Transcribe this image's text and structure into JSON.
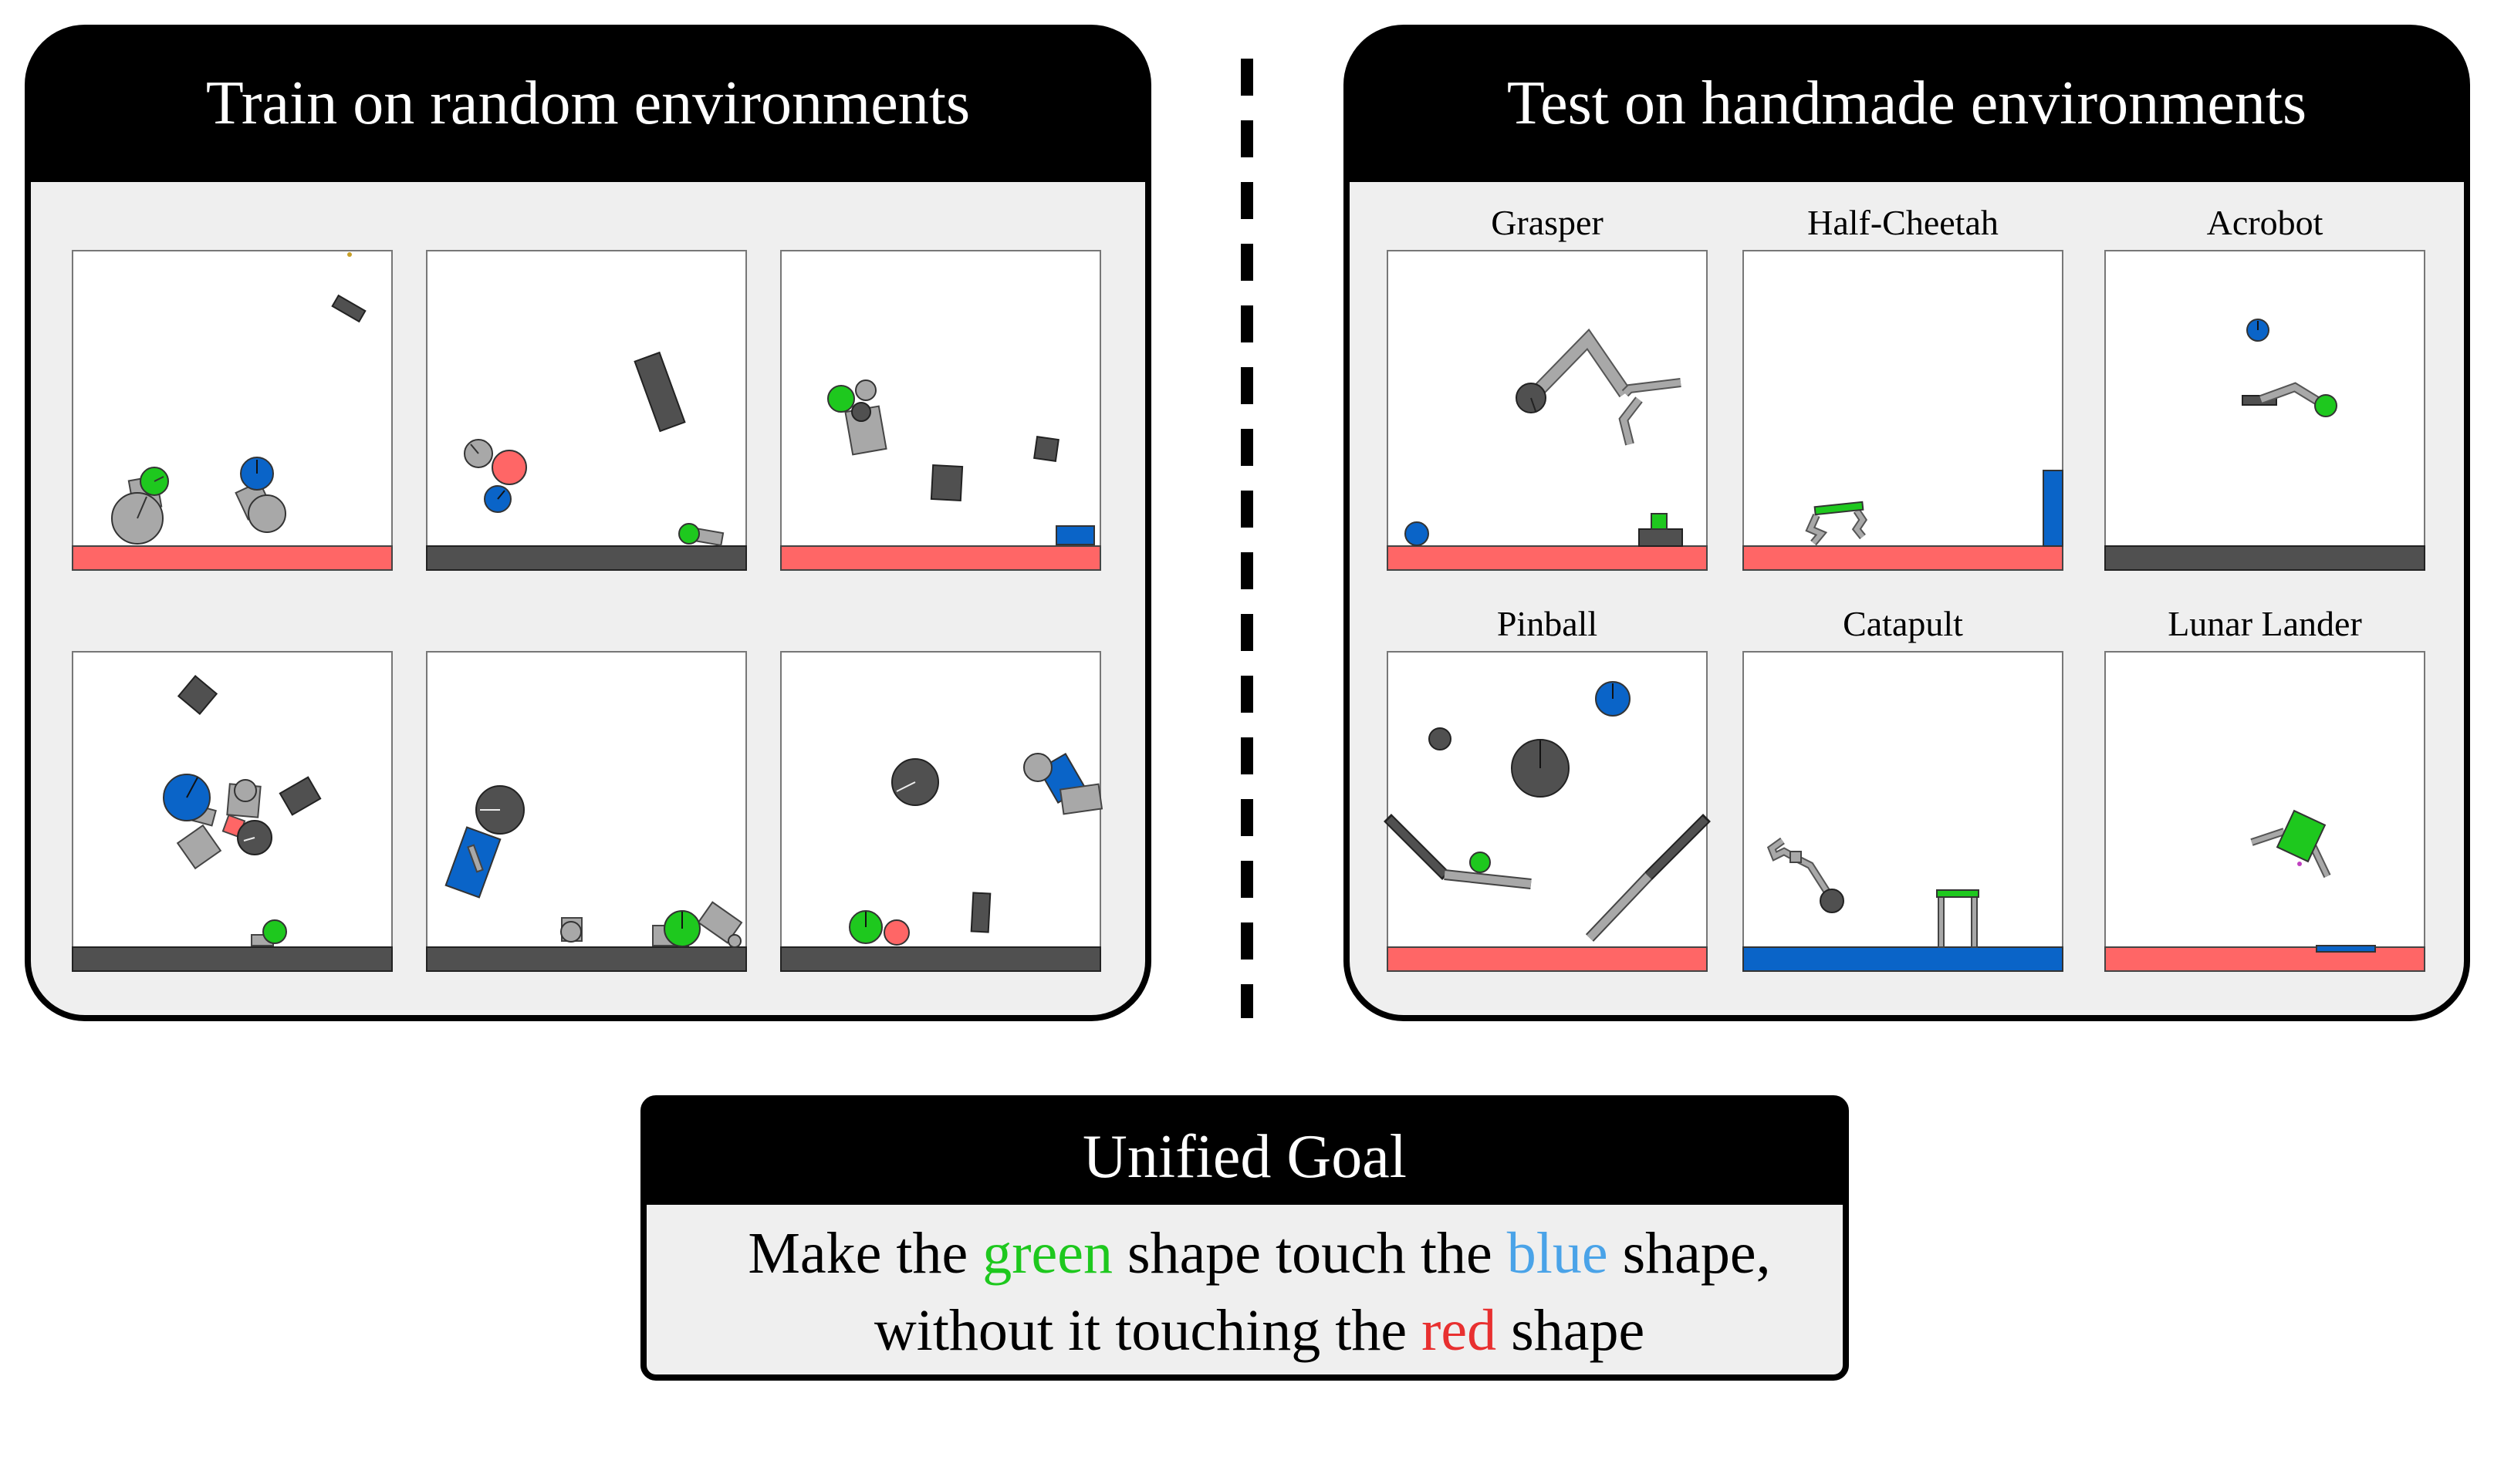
{
  "train_panel": {
    "title": "Train on random environments"
  },
  "test_panel": {
    "title": "Test on handmade environments",
    "environments": [
      {
        "label": "Grasper"
      },
      {
        "label": "Half-Cheetah"
      },
      {
        "label": "Acrobot"
      },
      {
        "label": "Pinball"
      },
      {
        "label": "Catapult"
      },
      {
        "label": "Lunar Lander"
      }
    ]
  },
  "goal_panel": {
    "title": "Unified Goal",
    "line1": {
      "before": "Make the ",
      "green_word": "green",
      "middle": " shape touch the ",
      "blue_word": "blue",
      "after": " shape,"
    },
    "line2": {
      "before": "without it touching the ",
      "red_word": "red",
      "after": " shape"
    }
  },
  "colors": {
    "green": "#1ec81e",
    "blue": "#0a64c8",
    "blue_text": "#4aa3e8",
    "red": "#ff6666",
    "red_text": "#e83030",
    "dark_gray": "#505050",
    "light_gray": "#a8a8a8",
    "panel_bg": "#efefef",
    "header_bg": "#000000"
  }
}
